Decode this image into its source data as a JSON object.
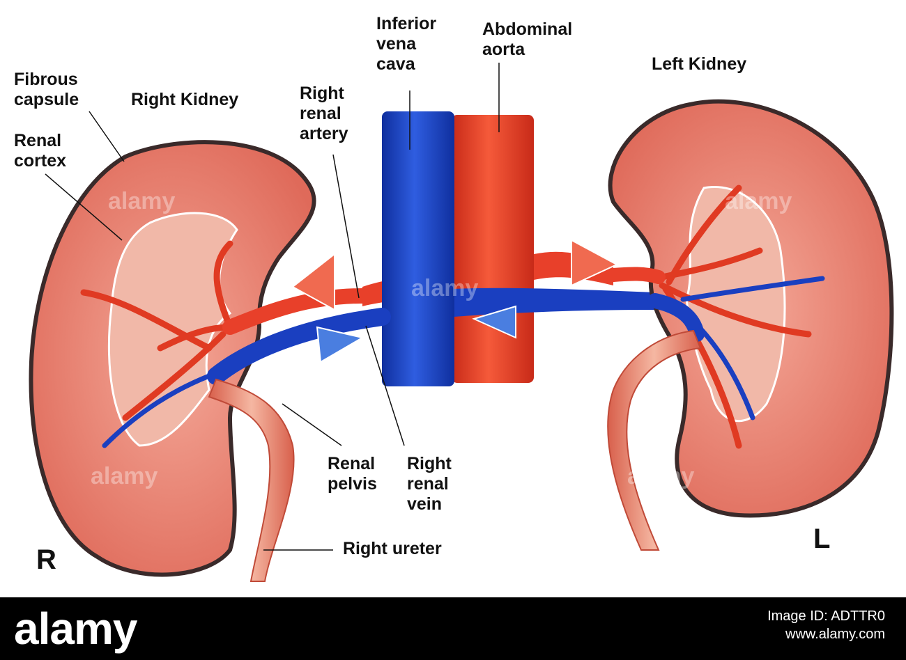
{
  "labels": {
    "fibrous_capsule": "Fibrous\ncapsule",
    "right_kidney": "Right Kidney",
    "renal_cortex": "Renal\ncortex",
    "inferior_vena_cava": "Inferior\nvena\ncava",
    "abdominal_aorta": "Abdominal\naorta",
    "left_kidney": "Left Kidney",
    "right_renal_artery": "Right\nrenal\nartery",
    "renal_pelvis": "Renal\npelvis",
    "right_renal_vein": "Right\nrenal\nvein",
    "right_ureter": "Right ureter",
    "side_r": "R",
    "side_l": "L"
  },
  "watermark": "alamy",
  "footer": {
    "brand": "alamy",
    "id_line": "Image ID: ADTTR0\nwww.alamy.com"
  },
  "colors": {
    "artery": "#e8402a",
    "vein": "#1a3fc0",
    "cortex": "#e9786a",
    "pelvis": "#f1b8a8",
    "capsule": "#3a2a2a"
  }
}
